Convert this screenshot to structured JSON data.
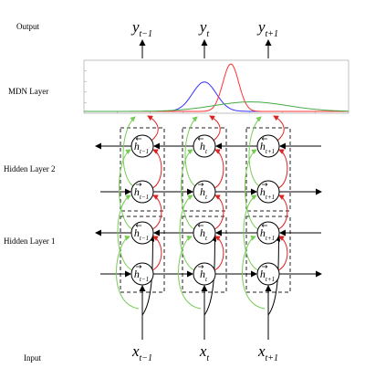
{
  "labels": {
    "output": "Output",
    "mdn": "MDN Layer",
    "hidden2": "Hidden Layer 2",
    "hidden1": "Hidden Layer 1",
    "input": "Input"
  },
  "outputs": [
    {
      "var": "y",
      "sub": "t−1"
    },
    {
      "var": "y",
      "sub": "t"
    },
    {
      "var": "y",
      "sub": "t+1"
    }
  ],
  "inputs": [
    {
      "var": "x",
      "sub": "t−1"
    },
    {
      "var": "x",
      "sub": "t"
    },
    {
      "var": "x",
      "sub": "t+1"
    }
  ],
  "nodes": [
    {
      "var": "h",
      "sub": "t−1"
    },
    {
      "var": "h",
      "sub": "t"
    },
    {
      "var": "h",
      "sub": "t+1"
    }
  ],
  "mdn_plot": {
    "curves": [
      {
        "color": "#3333ff",
        "mean": 0.455,
        "sd": 0.045,
        "amp": 0.62
      },
      {
        "color": "#ff3333",
        "mean": 0.555,
        "sd": 0.03,
        "amp": 1.0
      },
      {
        "color": "#44aa44",
        "mean": 0.63,
        "sd": 0.14,
        "amp": 0.2
      }
    ]
  },
  "colors": {
    "recurrent_arrow": "#dd2222",
    "skip_arrow": "#77cc55",
    "arrow": "#000000"
  }
}
